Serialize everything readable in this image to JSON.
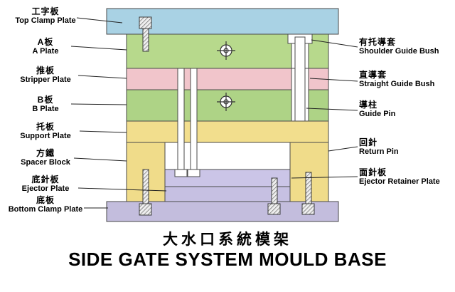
{
  "title": {
    "chinese": "大水口系統模架",
    "english": "SIDE GATE SYSTEM MOULD BASE"
  },
  "left_labels": [
    {
      "zh": "工字板",
      "en": "Top Clamp Plate"
    },
    {
      "zh": "A板",
      "en": "A Plate"
    },
    {
      "zh": "推板",
      "en": "Stripper Plate"
    },
    {
      "zh": "B板",
      "en": "B Plate"
    },
    {
      "zh": "托板",
      "en": "Support Plate"
    },
    {
      "zh": "方鐵",
      "en": "Spacer Block"
    },
    {
      "zh": "底針板",
      "en": "Ejector Plate"
    },
    {
      "zh": "底板",
      "en": "Bottom Clamp Plate"
    }
  ],
  "right_labels": [
    {
      "zh": "有托導套",
      "en": "Shoulder Guide Bush"
    },
    {
      "zh": "直導套",
      "en": "Straight Guide Bush"
    },
    {
      "zh": "導柱",
      "en": "Guide Pin"
    },
    {
      "zh": "回針",
      "en": "Return Pin"
    },
    {
      "zh": "面針板",
      "en": "Ejector Retainer Plate"
    }
  ],
  "colors": {
    "top_clamp_plate": "#a9d2e4",
    "a_plate": "#b7d98c",
    "stripper_plate": "#f1c5cb",
    "b_plate": "#aed386",
    "support_plate": "#f2de8d",
    "spacer_block": "#f0dc8a",
    "ejector_retainer_plate": "#cbc5e7",
    "ejector_plate": "#c6c0e2",
    "bottom_clamp_plate": "#c3bddd",
    "pin_fill": "#ffffff"
  }
}
